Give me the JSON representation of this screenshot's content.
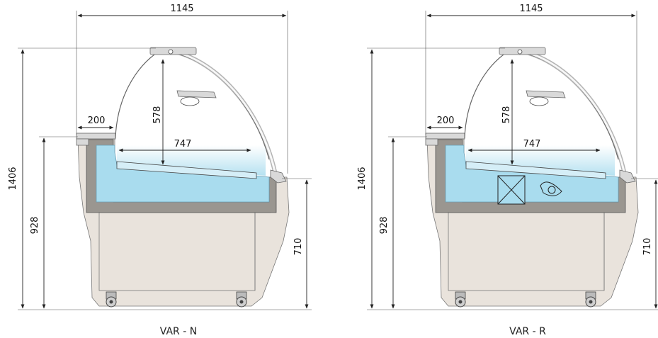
{
  "views": [
    {
      "caption": "VAR - N",
      "dims": {
        "width": "1145",
        "height": "1406",
        "counter_height": "928",
        "front_height": "710",
        "shelf_depth": "200",
        "glass_height": "578",
        "display_depth": "747"
      },
      "has_refrigeration_unit": false
    },
    {
      "caption": "VAR - R",
      "dims": {
        "width": "1145",
        "height": "1406",
        "counter_height": "928",
        "front_height": "710",
        "shelf_depth": "200",
        "glass_height": "578",
        "display_depth": "747"
      },
      "has_refrigeration_unit": true
    }
  ],
  "colors": {
    "display_blue": "#a9dcee",
    "body": "#e9e3dc",
    "tub": "#9a9690"
  }
}
